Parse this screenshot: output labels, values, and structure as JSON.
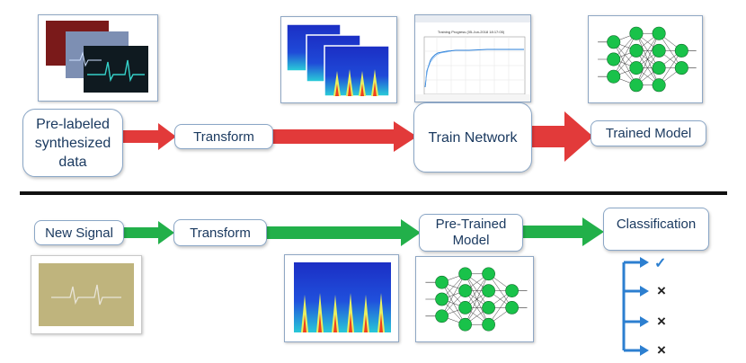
{
  "top_pipeline": {
    "step1": {
      "lines": [
        "Pre-labeled",
        "synthesized",
        "data"
      ]
    },
    "step2": {
      "label": "Transform"
    },
    "step3": {
      "label": "Train Network"
    },
    "step4": {
      "label": "Trained Model"
    },
    "training_plot_title": "Training Progress (05-Jun-2018 18:17:05)"
  },
  "bottom_pipeline": {
    "step1": {
      "label": "New Signal"
    },
    "step2": {
      "label": "Transform"
    },
    "step3": {
      "lines": [
        "Pre-Trained",
        "Model"
      ]
    },
    "step4": {
      "label": "Classification"
    },
    "results": [
      "✓",
      "×",
      "×",
      "×"
    ]
  },
  "colors": {
    "top_arrow": "#e23a3a",
    "bottom_arrow": "#22b04a",
    "node_green": "#19c24a",
    "box_text": "#1b3a60"
  }
}
